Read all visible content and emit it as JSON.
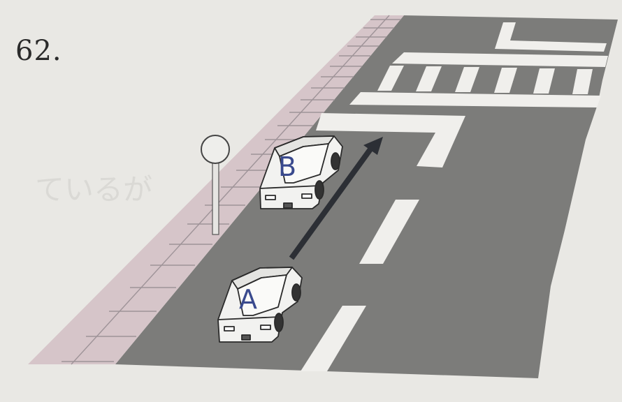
{
  "question": {
    "number": "62."
  },
  "cars": {
    "front_label": "B",
    "rear_label": "A"
  },
  "bleed_text": "ているが",
  "colors": {
    "road": "#7c7c7a",
    "sidewalk": "#d6c5c9",
    "sidewalk_grid": "#9e9398",
    "markings": "#f0efec",
    "arrow": "#2c2f35",
    "car_body": "#f2f2f0",
    "car_line": "#2a2a2a",
    "label": "#3a4a8e",
    "paper": "#e9e8e4"
  }
}
